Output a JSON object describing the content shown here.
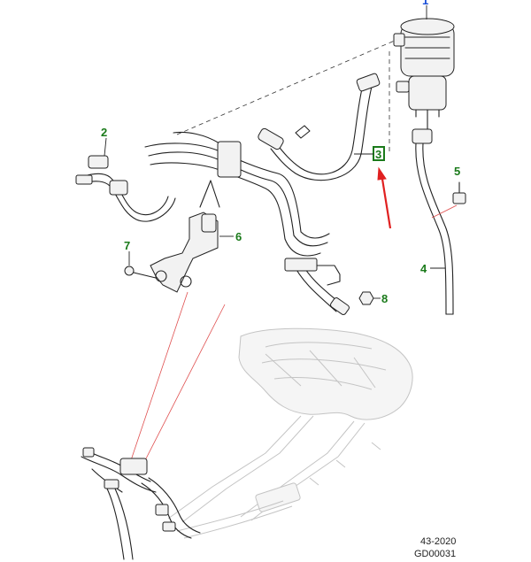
{
  "callouts": {
    "c1": "1",
    "c2": "2",
    "c3": "3",
    "c4": "4",
    "c5": "5",
    "c6": "6",
    "c7": "7",
    "c8": "8"
  },
  "reference": {
    "code": "43-2020",
    "drawing": "GD00031"
  },
  "colors": {
    "callout_green": "#1a7a1a",
    "callout_blue": "#1a4fd8",
    "highlight_box": "#1a7a1a",
    "arrow_red": "#e02020"
  }
}
